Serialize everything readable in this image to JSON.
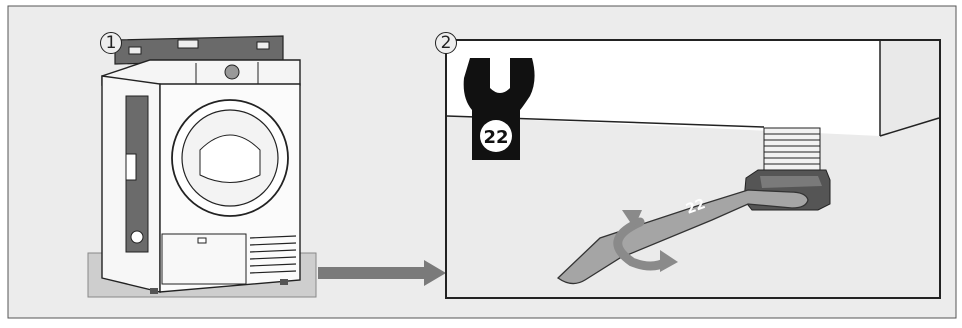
{
  "steps": [
    {
      "label": "1"
    },
    {
      "label": "2"
    }
  ],
  "wrench": {
    "size": "22"
  },
  "spanner_marking": "22",
  "colors": {
    "background": "#ececec",
    "panel": "#ffffff",
    "outline": "#222222",
    "highlight_base": "#c9c9c9",
    "arrow": "#7a7a7a",
    "spanner": "#a5a5a5",
    "wrench_icon": "#111111"
  }
}
